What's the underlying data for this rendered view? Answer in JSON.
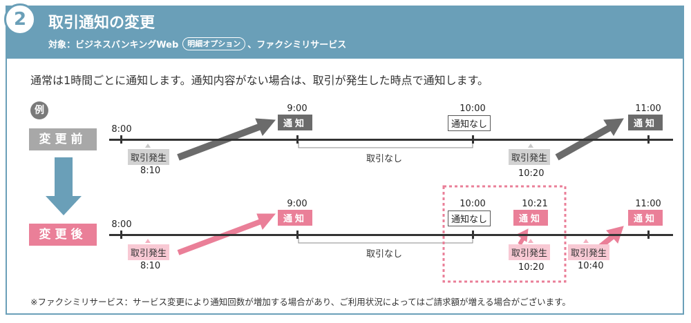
{
  "header": {
    "number": "2",
    "title": "取引通知の変更",
    "target_prefix": "対象：ビジネスバンキングWeb",
    "target_option": "明細オプション",
    "target_suffix": "、ファクシミリサービス"
  },
  "lead": "通常は1時間ごとに通知します。通知内容がない場合は、取引が発生した時点で通知します。",
  "example_label": "例",
  "before": {
    "label": "変更前",
    "times": [
      "8:00",
      "9:00",
      "10:00",
      "11:00"
    ],
    "notices": [
      "通知",
      "通知なし",
      "通知"
    ],
    "occurrences": [
      {
        "label": "取引発生",
        "time": "8:10"
      },
      {
        "label": "取引発生",
        "time": "10:20"
      }
    ],
    "gap_label": "取引なし"
  },
  "after": {
    "label": "変更後",
    "times": [
      "8:00",
      "9:00",
      "10:00",
      "10:21",
      "11:00"
    ],
    "notices": [
      "通知",
      "通知なし",
      "通知",
      "通知"
    ],
    "occurrences": [
      {
        "label": "取引発生",
        "time": "8:10"
      },
      {
        "label": "取引発生",
        "time": "10:20"
      },
      {
        "label": "取引発生",
        "time": "10:40"
      }
    ],
    "gap_label": "取引なし"
  },
  "footnote": "※ファクシミリサービス：サービス変更により通知回数が増加する場合があり、ご利用状況によってはご請求額が増える場合がございます。",
  "colors": {
    "frame": "#6a9fb8",
    "before": "#6b6b6b",
    "after": "#ea7f98",
    "after_light": "#f8c9d4"
  }
}
